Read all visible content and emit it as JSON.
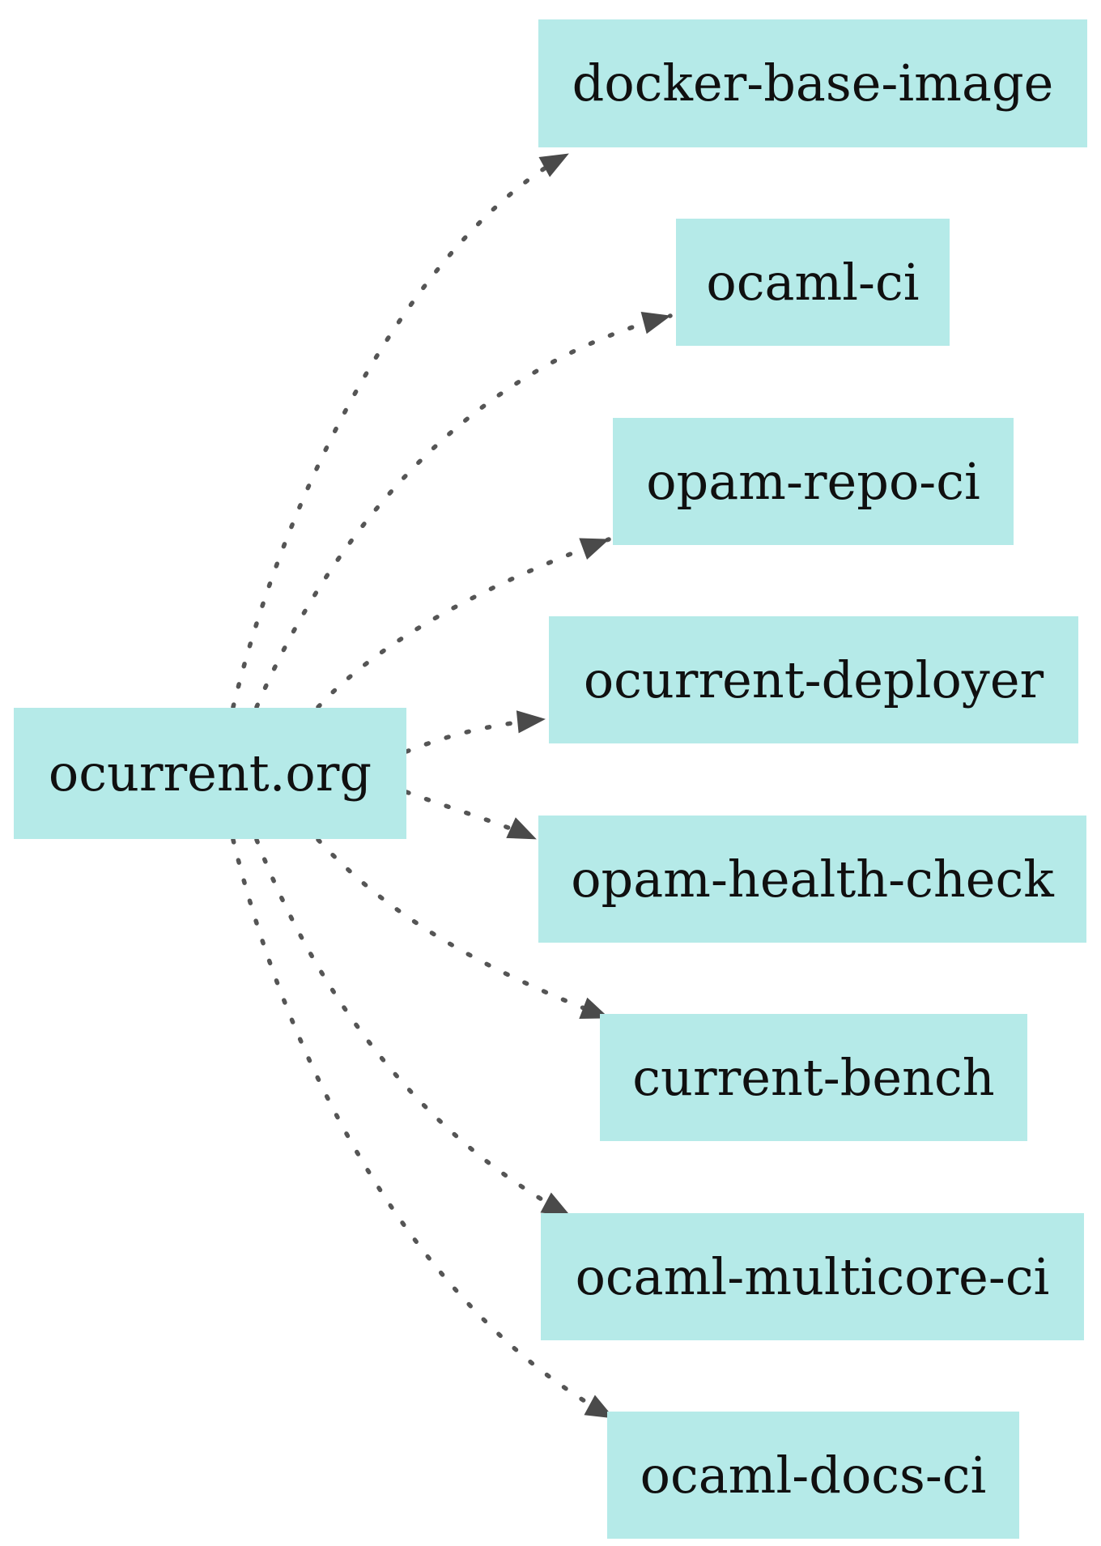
{
  "diagram": {
    "type": "dependency-graph",
    "background": "#ffffff",
    "node_fill": "#b5eae8",
    "text_color": "#101010",
    "edge_color": "#555555",
    "arrow_color": "#4a4a4a",
    "root": {
      "id": "ocurrent-org",
      "label": "ocurrent.org"
    },
    "targets": [
      {
        "id": "docker-base-image",
        "label": "docker-base-image"
      },
      {
        "id": "ocaml-ci",
        "label": "ocaml-ci"
      },
      {
        "id": "opam-repo-ci",
        "label": "opam-repo-ci"
      },
      {
        "id": "ocurrent-deployer",
        "label": "ocurrent-deployer"
      },
      {
        "id": "opam-health-check",
        "label": "opam-health-check"
      },
      {
        "id": "current-bench",
        "label": "current-bench"
      },
      {
        "id": "ocaml-multicore-ci",
        "label": "ocaml-multicore-ci"
      },
      {
        "id": "ocaml-docs-ci",
        "label": "ocaml-docs-ci"
      }
    ],
    "edges": [
      {
        "from": "ocurrent.org",
        "to": "docker-base-image",
        "style": "dotted"
      },
      {
        "from": "ocurrent.org",
        "to": "ocaml-ci",
        "style": "dotted"
      },
      {
        "from": "ocurrent.org",
        "to": "opam-repo-ci",
        "style": "dotted"
      },
      {
        "from": "ocurrent.org",
        "to": "ocurrent-deployer",
        "style": "dotted"
      },
      {
        "from": "ocurrent.org",
        "to": "opam-health-check",
        "style": "dotted"
      },
      {
        "from": "ocurrent.org",
        "to": "current-bench",
        "style": "dotted"
      },
      {
        "from": "ocurrent.org",
        "to": "ocaml-multicore-ci",
        "style": "dotted"
      },
      {
        "from": "ocurrent.org",
        "to": "ocaml-docs-ci",
        "style": "dotted"
      }
    ]
  }
}
